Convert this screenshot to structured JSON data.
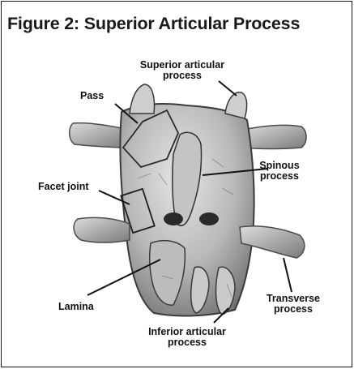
{
  "figure": {
    "title": "Figure 2: Superior Articular Process"
  },
  "labels": {
    "superior_articular": [
      "Superior articular",
      "process"
    ],
    "pass": "Pass",
    "facet_joint": "Facet joint",
    "spinous": [
      "Spinous",
      "process"
    ],
    "transverse": [
      "Transverse",
      "process"
    ],
    "lamina": "Lamina",
    "inferior_articular": [
      "Inferior articular",
      "process"
    ]
  },
  "colors": {
    "bone_light": "#d9d9d9",
    "bone_mid": "#a9a9a9",
    "bone_dark": "#5f5f5f",
    "shadow": "#2b2b2b",
    "text": "#111111"
  }
}
